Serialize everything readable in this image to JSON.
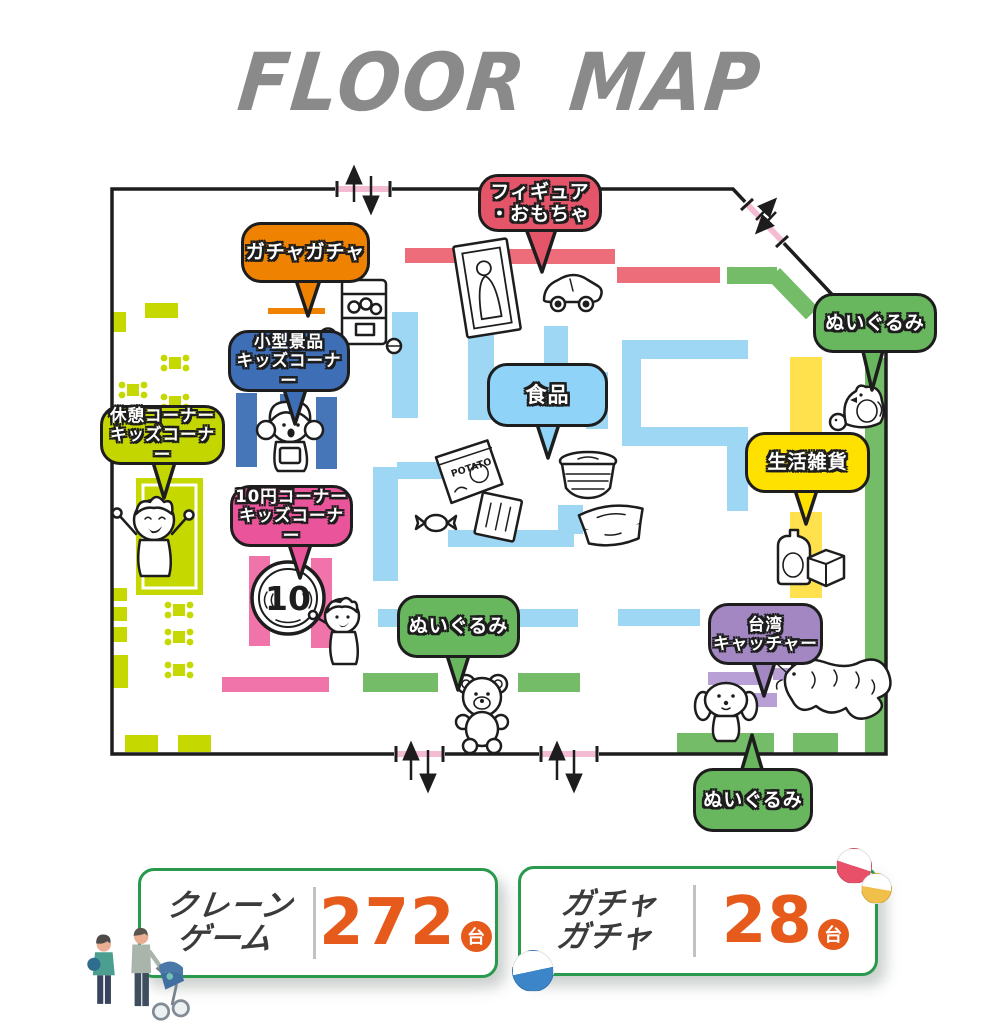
{
  "title": "FLOOR MAP",
  "map": {
    "labels": [
      {
        "id": "figure-toys",
        "lines": [
          "フィギュア",
          "・おもちゃ"
        ],
        "color": "#e4556a"
      },
      {
        "id": "gacha-gacha",
        "lines": [
          "ガチャガチャ"
        ],
        "color": "#ef8200"
      },
      {
        "id": "small-prize-kids",
        "lines": [
          "小型景品",
          "キッズコーナー"
        ],
        "color": "#3e6eb5"
      },
      {
        "id": "rest-kids-corner",
        "lines": [
          "休憩コーナー",
          "キッズコーナー"
        ],
        "color": "#c3d600"
      },
      {
        "id": "ten-yen-kids",
        "lines": [
          "10円コーナー",
          "キッズコーナー"
        ],
        "color": "#e9549b"
      },
      {
        "id": "food",
        "lines": [
          "食品"
        ],
        "color": "#8fd3f8"
      },
      {
        "id": "plush-right",
        "lines": [
          "ぬいぐるみ"
        ],
        "color": "#68b65e"
      },
      {
        "id": "daily-goods",
        "lines": [
          "生活雑貨"
        ],
        "color": "#ffe100"
      },
      {
        "id": "taiwan-catcher",
        "lines": [
          "台湾",
          "キャッチャー"
        ],
        "color": "#a287c2"
      },
      {
        "id": "plush-middle",
        "lines": [
          "ぬいぐるみ"
        ],
        "color": "#68b65e"
      },
      {
        "id": "plush-bottom",
        "lines": [
          "ぬいぐるみ"
        ],
        "color": "#68b65e"
      }
    ],
    "illustration_text": {
      "chips": "POTATO",
      "coin": "10"
    },
    "illustrations": [
      "gacha-machine",
      "figure-showcase",
      "toy-car",
      "kid-girl",
      "kid-cheering",
      "kid-with-coin",
      "ten-yen-coin",
      "chips-bag",
      "candy",
      "ramen-bowl",
      "natto-pack",
      "yakisoba-pack",
      "penguin-plush",
      "detergent-bottle",
      "goods-box",
      "teddy-bear-plush",
      "puppy-plush",
      "dragon-figure",
      "family-with-stroller",
      "gacha-capsules"
    ]
  },
  "stats": {
    "items": [
      {
        "id": "crane-games",
        "label_lines": [
          "クレーン",
          "ゲーム"
        ],
        "count": "272",
        "unit": "台"
      },
      {
        "id": "gacha-machines",
        "label_lines": [
          "ガチャ",
          "ガチャ"
        ],
        "count": "28",
        "unit": "台"
      }
    ]
  },
  "colors": {
    "title_gray": "#8a8a8a",
    "outline_black": "#1d1d1d",
    "door_pink": "#f4bcd3",
    "red_area": "#e4556a",
    "red_shelf": "#ee6d7a",
    "orange_area": "#ef8200",
    "blue_area": "#3e6eb5",
    "blue_shelf": "#4776b8",
    "yellow_green_area": "#c3d600",
    "pink_area": "#e9549b",
    "pink_shelf": "#f074a9",
    "light_blue_area": "#8fd3f8",
    "light_blue_shelf": "#9ed7f4",
    "green_area": "#68b65e",
    "green_shelf": "#74bc68",
    "yellow_area": "#ffe100",
    "yellow_shelf": "#ffe14d",
    "purple_area": "#a287c2",
    "purple_shelf": "#b89fd5",
    "stat_border_green": "#28994d",
    "stat_number_orange": "#e65a1c",
    "stat_text_dark": "#3b3b3b"
  }
}
